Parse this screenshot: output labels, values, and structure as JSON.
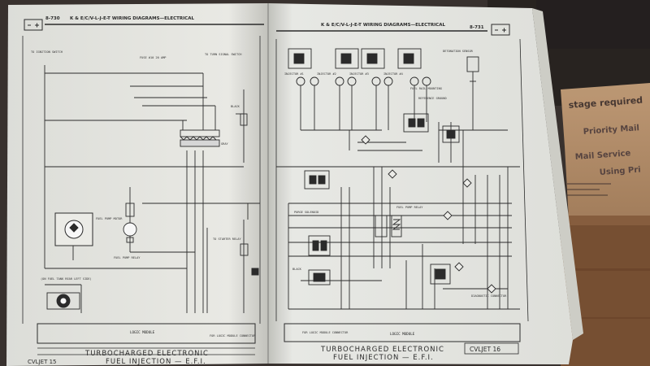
{
  "left_page": {
    "page_number": "8-730",
    "header_title": "K & E/C/V-L-J-E-T WIRING DIAGRAMS—ELECTRICAL",
    "footer_title_line1": "TURBOCHARGED ELECTRONIC",
    "footer_title_line2": "FUEL INJECTION — E.F.I.",
    "footer_code": "CVLJET 15",
    "labels": {
      "to_ignition": "TO IGNITION SWITCH",
      "fuse": "FUSE #10 20 AMP",
      "to_turn_signal": "TO TURN SIGNAL SWITCH",
      "fuel_pump_motor": "FUEL PUMP MOTOR",
      "relay": "FUEL PUMP RELAY",
      "to_starter": "TO STARTER RELAY",
      "logic_module": "LOGIC MODULE",
      "logic_connector": "FOR LOGIC MODULE CONNECTOR",
      "fuel_tank": "(ON FUEL TANK REAR LEFT SIDE)",
      "black": "BLACK",
      "gray": "GRAY"
    }
  },
  "right_page": {
    "page_number": "8-731",
    "header_title": "K & E/C/V-L-J-E-T WIRING DIAGRAMS—ELECTRICAL",
    "footer_title_line1": "TURBOCHARGED ELECTRONIC",
    "footer_title_line2": "FUEL INJECTION — E.F.I.",
    "footer_code": "CVLJET 16",
    "labels": {
      "injector_1": "INJECTOR #1",
      "injector_2": "INJECTOR #2",
      "injector_3": "INJECTOR #3",
      "injector_4": "INJECTOR #4",
      "detonation_sensor": "DETONATION SENSOR",
      "fuel_rail": "FUEL RAIL MOUNTING",
      "reference_ground": "REFERENCE GROUND",
      "purge_solenoid": "PURGE SOLENOID",
      "fuel_pump_relay": "FUEL PUMP RELAY",
      "diagnostic_connector": "DIAGNOSTIC CONNECTOR",
      "logic_module": "LOGIC MODULE",
      "logic_connector": "FOR LOGIC MODULE CONNECTOR",
      "black": "BLACK"
    }
  },
  "background_labels": {
    "stage_required": "stage required",
    "priority_mail": "Priority Mail",
    "mail_service": "Mail Service",
    "using_priority": "Using Pri"
  },
  "colors": {
    "paper": "#f1f2ee",
    "ink": "#2d2d2d",
    "dark_background": "#2e2824",
    "envelope": "#b38f6a",
    "wood": "#7a5234"
  }
}
